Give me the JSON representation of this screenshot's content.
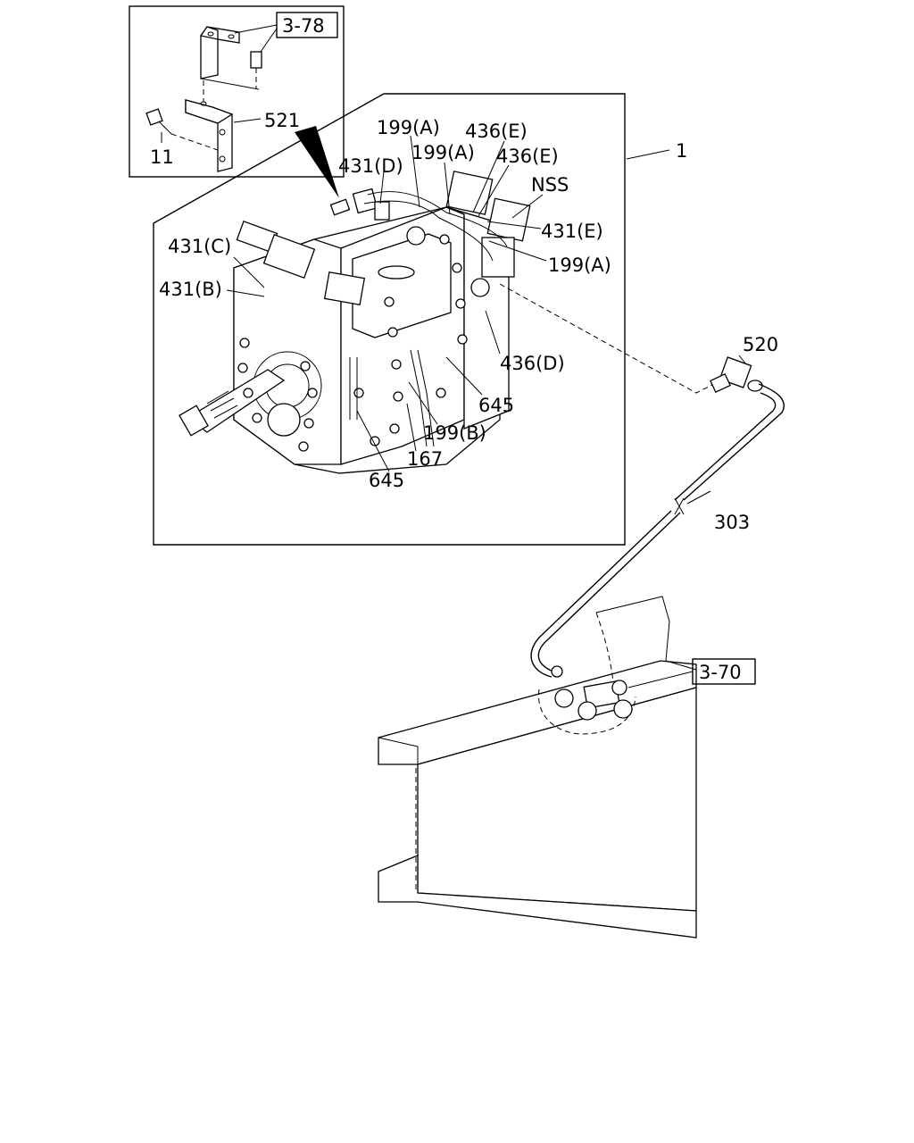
{
  "labels": {
    "ref_3_78": "3-78",
    "ref_3_70": "3-70",
    "p521": "521",
    "p11": "11",
    "p1": "1",
    "p199A_1": "199(A)",
    "p199A_2": "199(A)",
    "p199A_3": "199(A)",
    "p199B": "199(B)",
    "p436E_1": "436(E)",
    "p436E_2": "436(E)",
    "p436D": "436(D)",
    "pNSS": "NSS",
    "p431D": "431(D)",
    "p431E": "431(E)",
    "p431C": "431(C)",
    "p431B": "431(B)",
    "p645_1": "645",
    "p645_2": "645",
    "p167": "167",
    "p520": "520",
    "p303": "303"
  },
  "icons": [
    "bracket-assembly-icon",
    "transmission-assembly-icon",
    "pipe-icon",
    "frame-rail-icon",
    "elbow-fitting-icon",
    "connector-fitting-icon"
  ]
}
